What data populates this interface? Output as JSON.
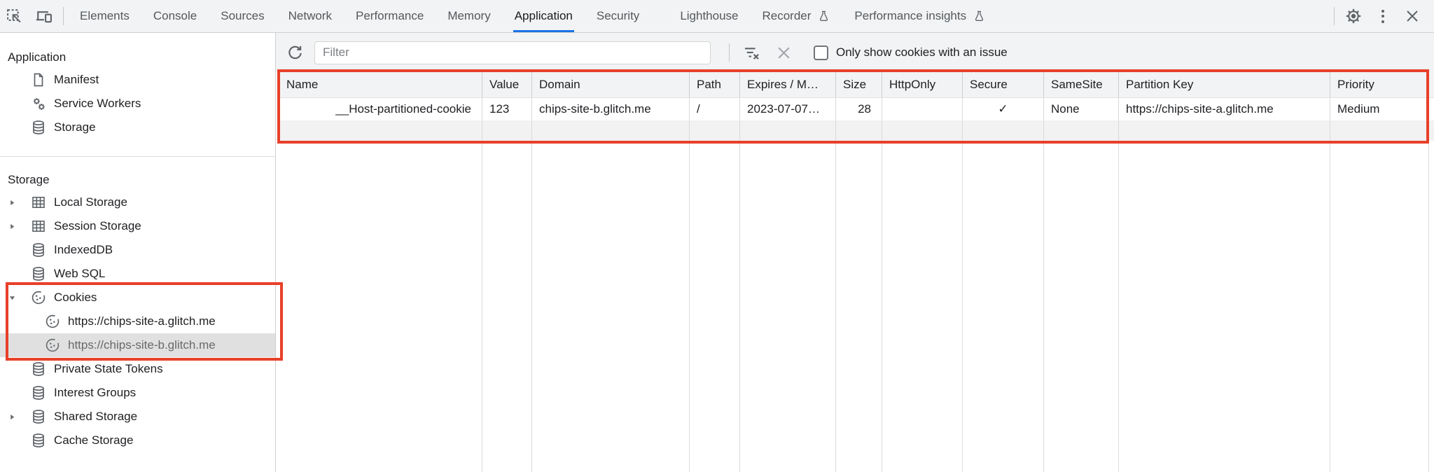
{
  "header": {
    "tabs": [
      {
        "label": "Elements",
        "active": false,
        "flask": false
      },
      {
        "label": "Console",
        "active": false,
        "flask": false
      },
      {
        "label": "Sources",
        "active": false,
        "flask": false
      },
      {
        "label": "Network",
        "active": false,
        "flask": false
      },
      {
        "label": "Performance",
        "active": false,
        "flask": false
      },
      {
        "label": "Memory",
        "active": false,
        "flask": false
      },
      {
        "label": "Application",
        "active": true,
        "flask": false
      },
      {
        "label": "Security",
        "active": false,
        "flask": false
      },
      {
        "label": "Lighthouse",
        "active": false,
        "flask": false
      },
      {
        "label": "Recorder",
        "active": false,
        "flask": true
      },
      {
        "label": "Performance insights",
        "active": false,
        "flask": true
      }
    ]
  },
  "sidebar": {
    "sections": [
      {
        "title": "Application",
        "items": [
          {
            "label": "Manifest"
          },
          {
            "label": "Service Workers"
          },
          {
            "label": "Storage"
          }
        ]
      },
      {
        "title": "Storage",
        "items": [
          {
            "label": "Local Storage",
            "expandable": true
          },
          {
            "label": "Session Storage",
            "expandable": true
          },
          {
            "label": "IndexedDB"
          },
          {
            "label": "Web SQL"
          },
          {
            "label": "Cookies",
            "expanded": true
          },
          {
            "label": "https://chips-site-a.glitch.me",
            "child": true
          },
          {
            "label": "https://chips-site-b.glitch.me",
            "child": true,
            "selected": true
          },
          {
            "label": "Private State Tokens"
          },
          {
            "label": "Interest Groups"
          },
          {
            "label": "Shared Storage",
            "expandable": true
          },
          {
            "label": "Cache Storage"
          }
        ]
      }
    ]
  },
  "toolbar": {
    "filter_placeholder": "Filter",
    "issues_checkbox_label": "Only show cookies with an issue",
    "checkbox_checked": false
  },
  "cookie_table": {
    "columns": [
      "Name",
      "Value",
      "Domain",
      "Path",
      "Expires / M…",
      "Size",
      "HttpOnly",
      "Secure",
      "SameSite",
      "Partition Key",
      "Priority"
    ],
    "row": {
      "name": "__Host-partitioned-cookie",
      "value": "123",
      "domain": "chips-site-b.glitch.me",
      "path": "/",
      "expires": "2023-07-07…",
      "size": "28",
      "http_only": "",
      "secure": "✓",
      "same_site": "None",
      "partition_key": "https://chips-site-a.glitch.me",
      "priority": "Medium"
    }
  },
  "colors": {
    "accent_blue": "#1a73e8",
    "annotation_red": "#e8402a",
    "selected_row_gray": "#e0e0e0",
    "toolbar_gray": "#f1f3f4"
  }
}
